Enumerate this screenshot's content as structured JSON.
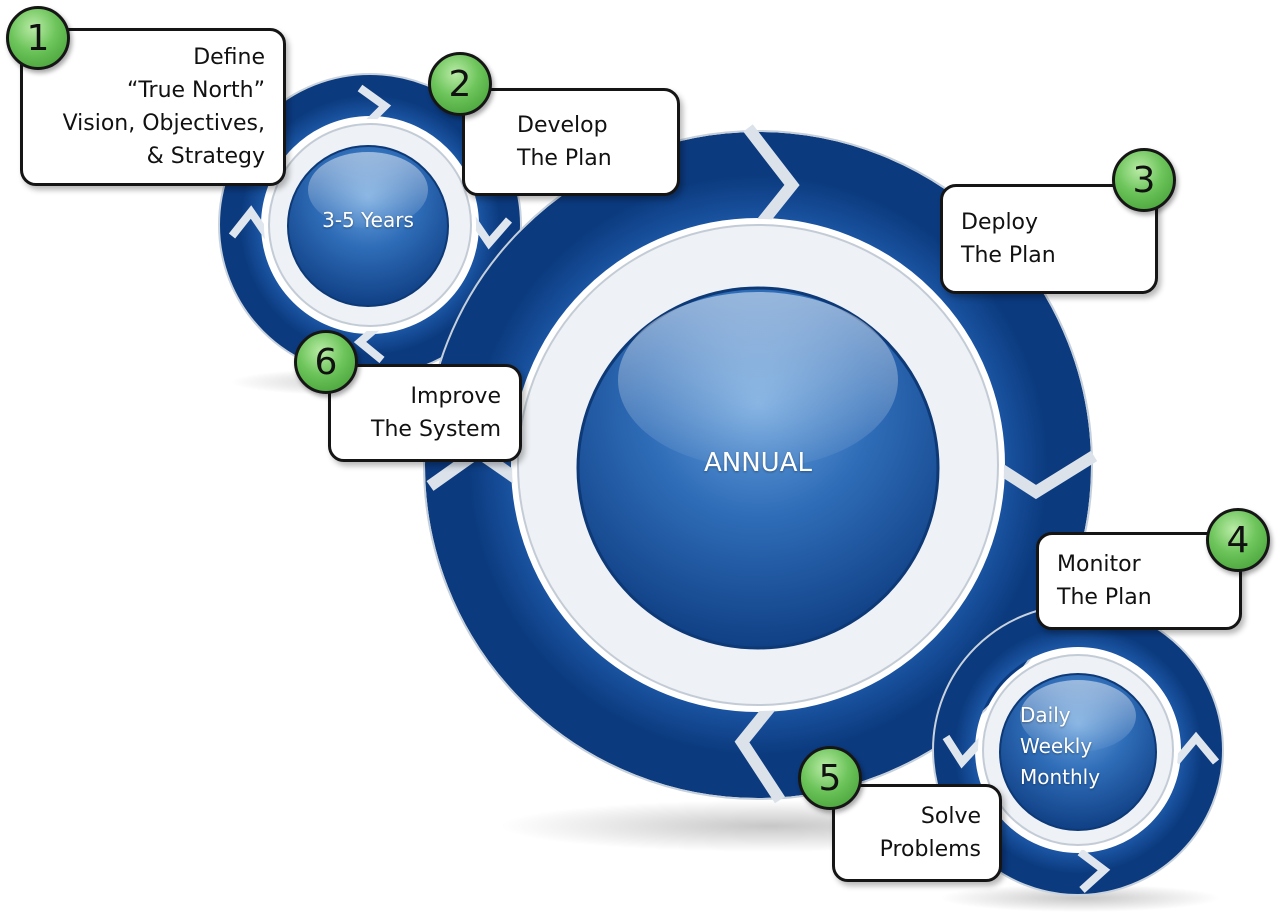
{
  "colors": {
    "ring_dark": "#0b3a7e",
    "ring_mid": "#164c99",
    "orb_light": "#5f98d6",
    "badge_green": "#5bb548",
    "outline": "#151515"
  },
  "cycles": {
    "annual_label": "ANNUAL",
    "strategic_label": "3-5 Years",
    "operational_lines": [
      "Daily",
      "Weekly",
      "Monthly"
    ]
  },
  "steps": [
    {
      "number": "1",
      "lines": [
        "Define",
        "“True North”",
        "Vision, Objectives,",
        "& Strategy"
      ]
    },
    {
      "number": "2",
      "lines": [
        "Develop",
        "The Plan"
      ]
    },
    {
      "number": "3",
      "lines": [
        "Deploy",
        "The Plan"
      ]
    },
    {
      "number": "4",
      "lines": [
        "Monitor",
        "The Plan"
      ]
    },
    {
      "number": "5",
      "lines": [
        "Solve",
        "Problems"
      ]
    },
    {
      "number": "6",
      "lines": [
        "Improve",
        "The System"
      ]
    }
  ]
}
